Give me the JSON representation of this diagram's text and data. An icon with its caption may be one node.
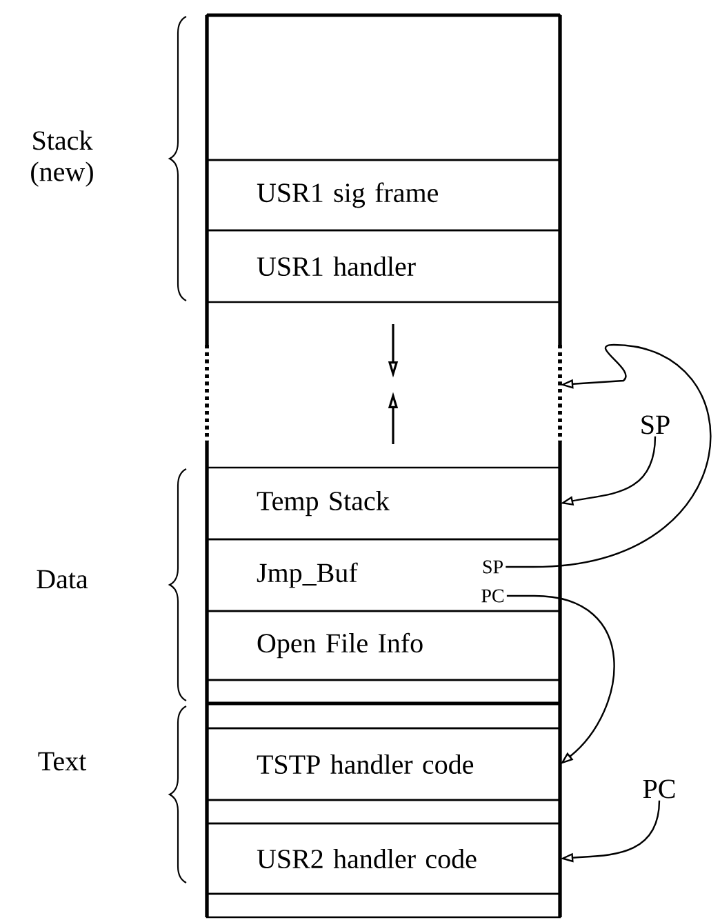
{
  "diagram": {
    "nodes": [
      {
        "text": [],
        "shape": "box"
      },
      {
        "text": [
          "USR1 sig frame"
        ]
      },
      {
        "text": [
          "USR1 handler"
        ]
      },
      {
        "text": [],
        "shape": "box"
      },
      {
        "text": [
          "SP"
        ]
      },
      {
        "text": [
          "Temp Stack"
        ]
      },
      {
        "text": [
          "Jmp_Buf"
        ]
      },
      {
        "text": [
          "SP"
        ],
        "in": 6
      },
      {
        "text": [
          "PC"
        ],
        "in": 6
      },
      {
        "text": [
          "Open File Info"
        ]
      },
      {
        "text": [],
        "shape": "box"
      },
      {
        "text": [],
        "shape": "box"
      },
      {
        "text": [
          "TSTP handler code"
        ]
      },
      {
        "text": [
          "PC"
        ]
      },
      {
        "text": [],
        "shape": "box"
      },
      {
        "text": [
          "USR2 handler code"
        ]
      },
      {
        "text": [],
        "shape": "box"
      }
    ],
    "edges": [
      {
        "from": 7,
        "to": 3,
        "arrow": "to"
      },
      {
        "from": 4,
        "to": 5,
        "arrow": "to"
      },
      {
        "from": 8,
        "to": 12,
        "arrow": "to"
      },
      {
        "from": 13,
        "to": 15,
        "arrow": "to"
      }
    ],
    "labels": [
      "Stack (new)",
      "Data",
      "Text"
    ]
  }
}
